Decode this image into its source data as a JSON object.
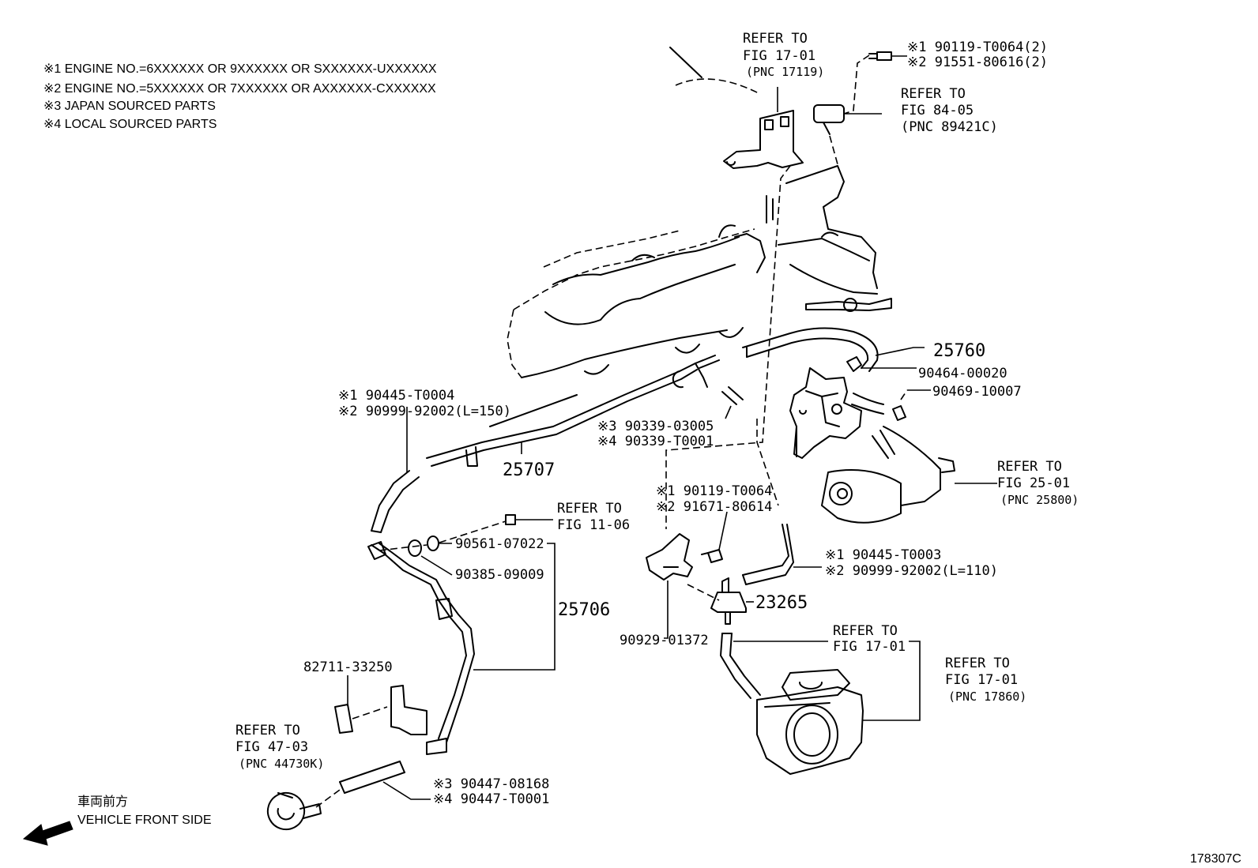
{
  "notes": [
    "※1 ENGINE NO.=6XXXXXX OR 9XXXXXX OR SXXXXXX-UXXXXXX",
    "※2 ENGINE NO.=5XXXXXX OR 7XXXXXX OR AXXXXXX-CXXXXXX",
    "※3 JAPAN SOURCED PARTS",
    "※4 LOCAL SOURCED PARTS"
  ],
  "refs": {
    "fig1701_top": [
      "REFER TO",
      "FIG 17-01",
      "(PNC 17119)"
    ],
    "fig8405": [
      "REFER TO",
      "FIG 84-05",
      "(PNC 89421C)"
    ],
    "fig2501": [
      "REFER TO",
      "FIG 25-01",
      "(PNC 25800)"
    ],
    "fig1106": [
      "REFER TO",
      "FIG 11-06"
    ],
    "fig1701_mid": [
      "REFER TO",
      "FIG 17-01"
    ],
    "fig1701_right": [
      "REFER TO",
      "FIG 17-01",
      "(PNC 17860)"
    ],
    "fig4703": [
      "REFER TO",
      "FIG 47-03",
      "(PNC 44730K)"
    ]
  },
  "parts": {
    "bolt_top": [
      "※1 90119-T0064(2)",
      "※2 91551-80616(2)"
    ],
    "p25760": "25760",
    "p90464": "90464-00020",
    "p90469": "90469-10007",
    "hose_left": [
      "※1 90445-T0004",
      "※2 90999-92002(L=150)"
    ],
    "p90339": [
      "※3 90339-03005",
      "※4 90339-T0001"
    ],
    "p25707": "25707",
    "p90561": "90561-07022",
    "p90385": "90385-09009",
    "p25706": "25706",
    "bolt_mid": [
      "※1 90119-T0064",
      "※2 91671-80614"
    ],
    "hose_mid": [
      "※1 90445-T0003",
      "※2 90999-92002(L=110)"
    ],
    "p23265": "23265",
    "p90929": "90929-01372",
    "p82711": "82711-33250",
    "p90447": [
      "※3 90447-08168",
      "※4 90447-T0001"
    ]
  },
  "front": {
    "jp": "車両前方",
    "en": "VEHICLE FRONT SIDE"
  },
  "figure_id": "178307C"
}
